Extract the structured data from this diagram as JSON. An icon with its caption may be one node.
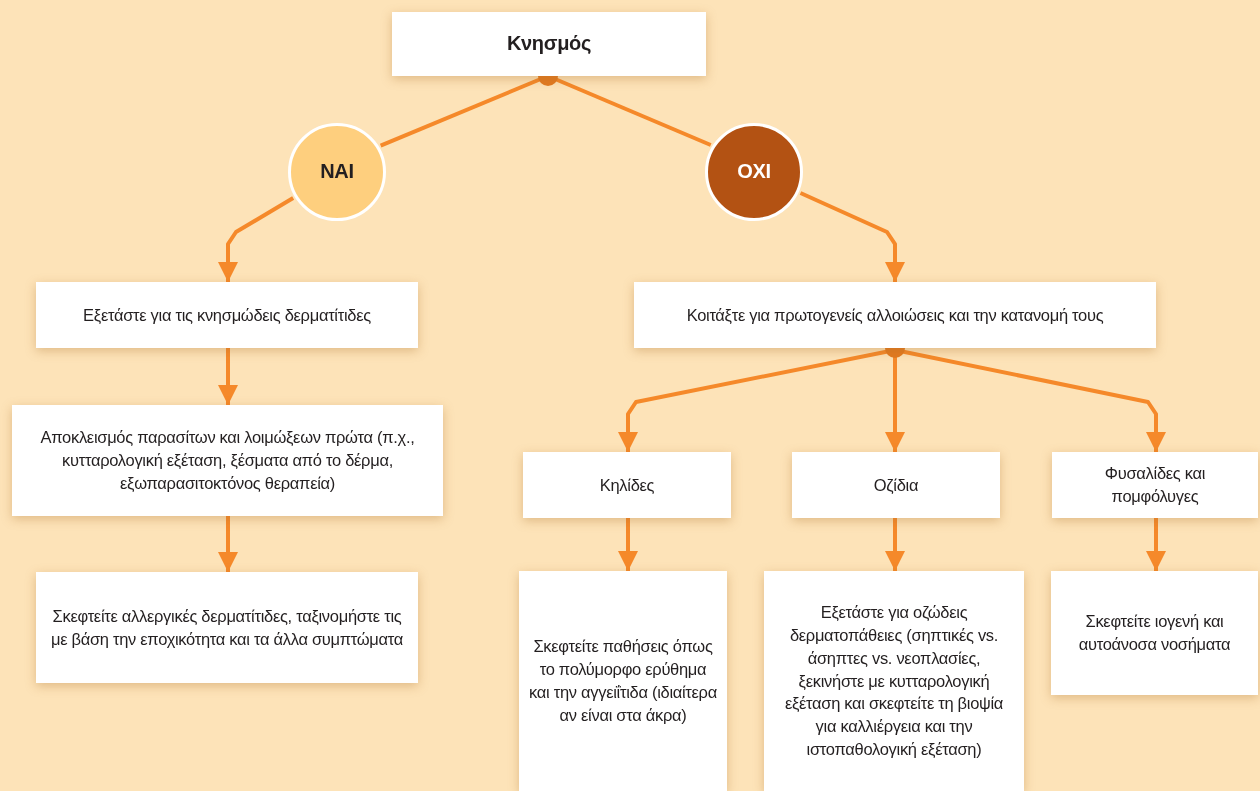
{
  "diagram": {
    "nodes": [
      {
        "text": [
          "Κνησμός"
        ]
      },
      {
        "text": [
          "ΝΑΙ"
        ]
      },
      {
        "text": [
          "ΟΧΙ"
        ]
      },
      {
        "text": [
          "Εξετάστε για τις κνησμώδεις δερματίτιδες"
        ]
      },
      {
        "text": [
          "Αποκλεισμός παρασίτων και λοιμώξεων πρώτα (π.χ., κυτταρολογική εξέταση, ξέσματα από το δέρμα, εξωπαρασιτοκτόνος θεραπεία)"
        ]
      },
      {
        "text": [
          "Σκεφτείτε αλλεργικές δερματίτιδες, ταξινομήστε τις με βάση την εποχικότητα και τα άλλα συμπτώματα"
        ]
      },
      {
        "text": [
          "Κοιτάξτε για πρωτογενείς αλλοιώσεις και την κατανομή τους"
        ]
      },
      {
        "text": [
          "Κηλίδες"
        ]
      },
      {
        "text": [
          "Οζίδια"
        ]
      },
      {
        "text": [
          "Φυσαλίδες και πομφόλυγες"
        ]
      },
      {
        "text": [
          "Σκεφτείτε παθήσεις όπως το πολύμορφο ερύθημα και την αγγειΐτιδα (ιδιαίτερα αν είναι στα άκρα)"
        ]
      },
      {
        "text": [
          "Εξετάστε για οζώδεις δερματοπάθειες (σηπτικές vs. άσηπτες vs. νεοπλασίες, ξεκινήστε με κυτταρολογική εξέταση και σκεφτείτε τη βιοψία για καλλιέργεια και την ιστοπαθολογική εξέταση)"
        ]
      },
      {
        "text": [
          "Σκεφτείτε ιογενή και αυτοάνοσα νοσήματα"
        ]
      }
    ],
    "edges": [
      {
        "from": 0,
        "to": 1,
        "arrow": "none"
      },
      {
        "from": 1,
        "to": 3,
        "arrow": "to"
      },
      {
        "from": 0,
        "to": 2,
        "arrow": "none"
      },
      {
        "from": 2,
        "to": 6,
        "arrow": "to"
      },
      {
        "from": 3,
        "to": 4,
        "arrow": "to"
      },
      {
        "from": 4,
        "to": 5,
        "arrow": "to"
      },
      {
        "from": 6,
        "to": 7,
        "arrow": "to"
      },
      {
        "from": 6,
        "to": 8,
        "arrow": "to"
      },
      {
        "from": 6,
        "to": 9,
        "arrow": "to"
      },
      {
        "from": 7,
        "to": 10,
        "arrow": "to"
      },
      {
        "from": 8,
        "to": 11,
        "arrow": "to"
      },
      {
        "from": 9,
        "to": 12,
        "arrow": "to"
      }
    ]
  }
}
